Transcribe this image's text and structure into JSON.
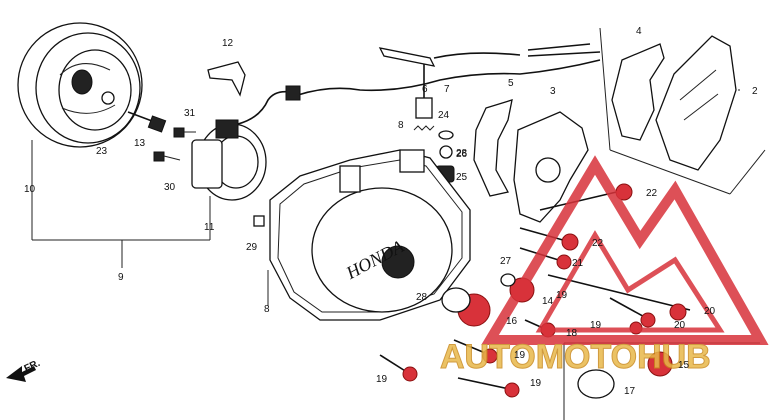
{
  "diagram": {
    "callouts": [
      {
        "id": "c2",
        "text": "2"
      },
      {
        "id": "c3",
        "text": "3"
      },
      {
        "id": "c4",
        "text": "4"
      },
      {
        "id": "c5",
        "text": "5"
      },
      {
        "id": "c6",
        "text": "6"
      },
      {
        "id": "c7",
        "text": "7"
      },
      {
        "id": "c8a",
        "text": "8"
      },
      {
        "id": "c8b",
        "text": "8"
      },
      {
        "id": "c9",
        "text": "9"
      },
      {
        "id": "c10",
        "text": "10"
      },
      {
        "id": "c11",
        "text": "11"
      },
      {
        "id": "c12",
        "text": "12"
      },
      {
        "id": "c13",
        "text": "13"
      },
      {
        "id": "c14",
        "text": "14"
      },
      {
        "id": "c15",
        "text": "15"
      },
      {
        "id": "c16",
        "text": "16"
      },
      {
        "id": "c17",
        "text": "17"
      },
      {
        "id": "c18",
        "text": "18"
      },
      {
        "id": "c19a",
        "text": "19"
      },
      {
        "id": "c19b",
        "text": "19"
      },
      {
        "id": "c19c",
        "text": "19"
      },
      {
        "id": "c19d",
        "text": "19"
      },
      {
        "id": "c19e",
        "text": "19"
      },
      {
        "id": "c20a",
        "text": "20"
      },
      {
        "id": "c20b",
        "text": "20"
      },
      {
        "id": "c21",
        "text": "21"
      },
      {
        "id": "c22a",
        "text": "22"
      },
      {
        "id": "c22b",
        "text": "22"
      },
      {
        "id": "c23",
        "text": "23"
      },
      {
        "id": "c24",
        "text": "24"
      },
      {
        "id": "c25",
        "text": "25"
      },
      {
        "id": "c26",
        "text": "26"
      },
      {
        "id": "c27",
        "text": "27"
      },
      {
        "id": "c28a",
        "text": "28"
      },
      {
        "id": "c28b",
        "text": "28"
      },
      {
        "id": "c29",
        "text": "29"
      },
      {
        "id": "c30",
        "text": "30"
      },
      {
        "id": "c31",
        "text": "31"
      }
    ],
    "cover_logo": "HONDA",
    "direction_label": "FR.",
    "watermark": "AUTOMOTOHUB",
    "colors": {
      "line": "#111111",
      "accent": "#d8323a",
      "watermark_gold": "#e8b84a"
    }
  }
}
